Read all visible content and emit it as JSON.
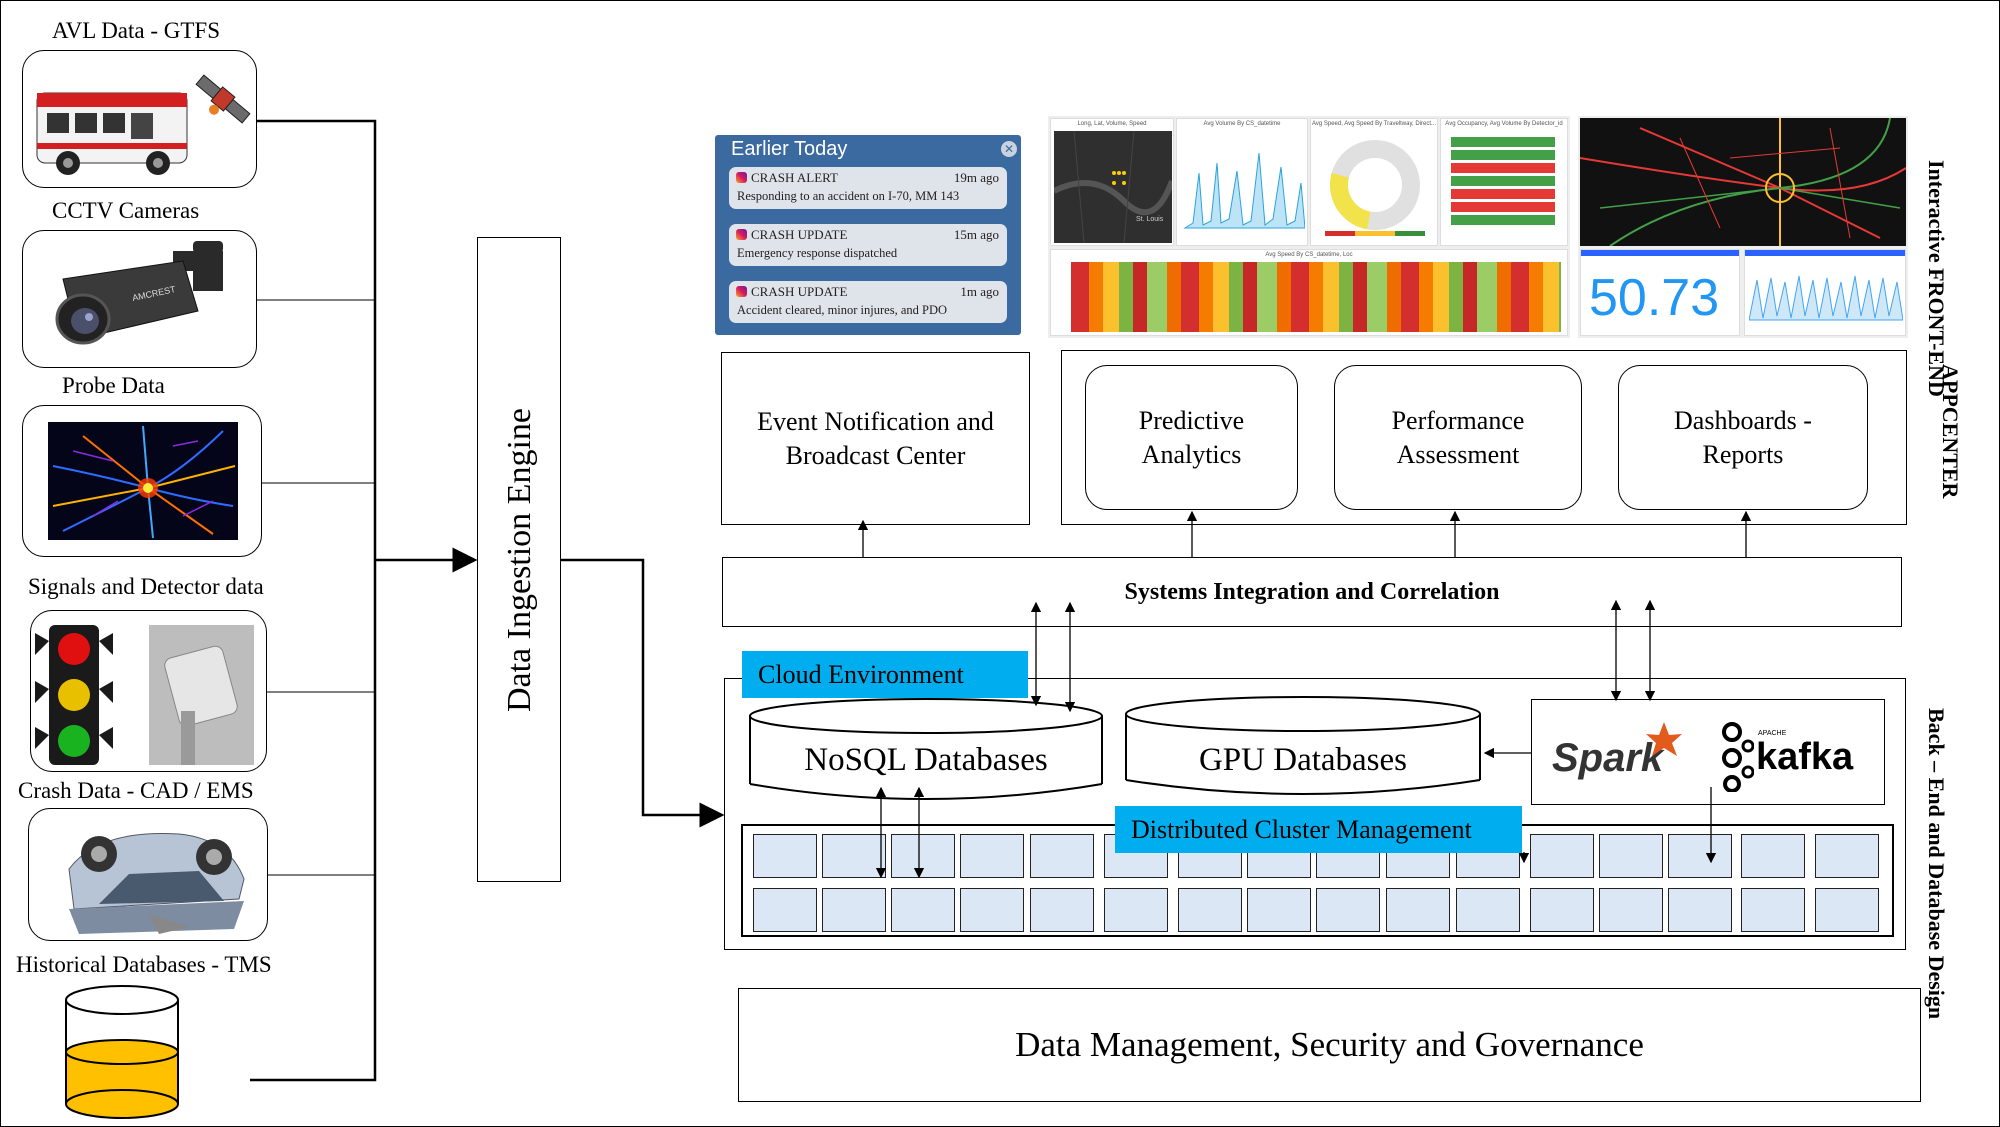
{
  "sources": {
    "avl": "AVL Data - GTFS",
    "cctv": "CCTV Cameras",
    "probe": "Probe Data",
    "signals": "Signals and Detector data",
    "crash": "Crash Data - CAD / EMS",
    "historical": "Historical Databases - TMS",
    "camera_brand": "AMCREST"
  },
  "ingestion": {
    "label": "Data Ingestion Engine"
  },
  "notifications": {
    "header": "Earlier Today",
    "items": [
      {
        "title": "CRASH ALERT",
        "time": "19m ago",
        "body": "Responding to an accident on I-70, MM 143"
      },
      {
        "title": "CRASH UPDATE",
        "time": "15m ago",
        "body": "Emergency response dispatched"
      },
      {
        "title": "CRASH UPDATE",
        "time": "1m ago",
        "body": "Accident cleared, minor injures, and PDO"
      }
    ]
  },
  "dashboard": {
    "panel_titles": [
      "Long, Lat, Volume, Speed",
      "Avg Volume By CS_datetime",
      "Avg Speed, Avg Speed By Traveltway, Direct...",
      "Avg Occupancy, Avg Volume By Detector_id"
    ],
    "heatmap_title": "Avg Speed By CS_datetime, Loc",
    "map_city": "St. Louis",
    "metric_value": "50.73"
  },
  "layers": {
    "frontend": "Interactive FRONT-END",
    "appcenter": "APPCENTER",
    "backend": "Back – End and Database Design"
  },
  "apps": {
    "event": "Event Notification and Broadcast Center",
    "predictive": "Predictive Analytics",
    "performance": "Performance Assessment",
    "dashboards": "Dashboards - Reports"
  },
  "integration": {
    "label": "Systems Integration and Correlation"
  },
  "cloud": {
    "label": "Cloud Environment",
    "nosql": "NoSQL Databases",
    "gpu": "GPU Databases",
    "cluster": "Distributed Cluster Management",
    "spark": "Spark",
    "kafka": "kafka",
    "kafka_apache": "APACHE"
  },
  "governance": {
    "label": "Data Management, Security and Governance"
  },
  "colors": {
    "cyan": "#00aeef",
    "cell": "#dbe7f5",
    "liquid": "#ffc000",
    "notif_bg": "#3b6aa0",
    "metric": "#2196f3"
  }
}
